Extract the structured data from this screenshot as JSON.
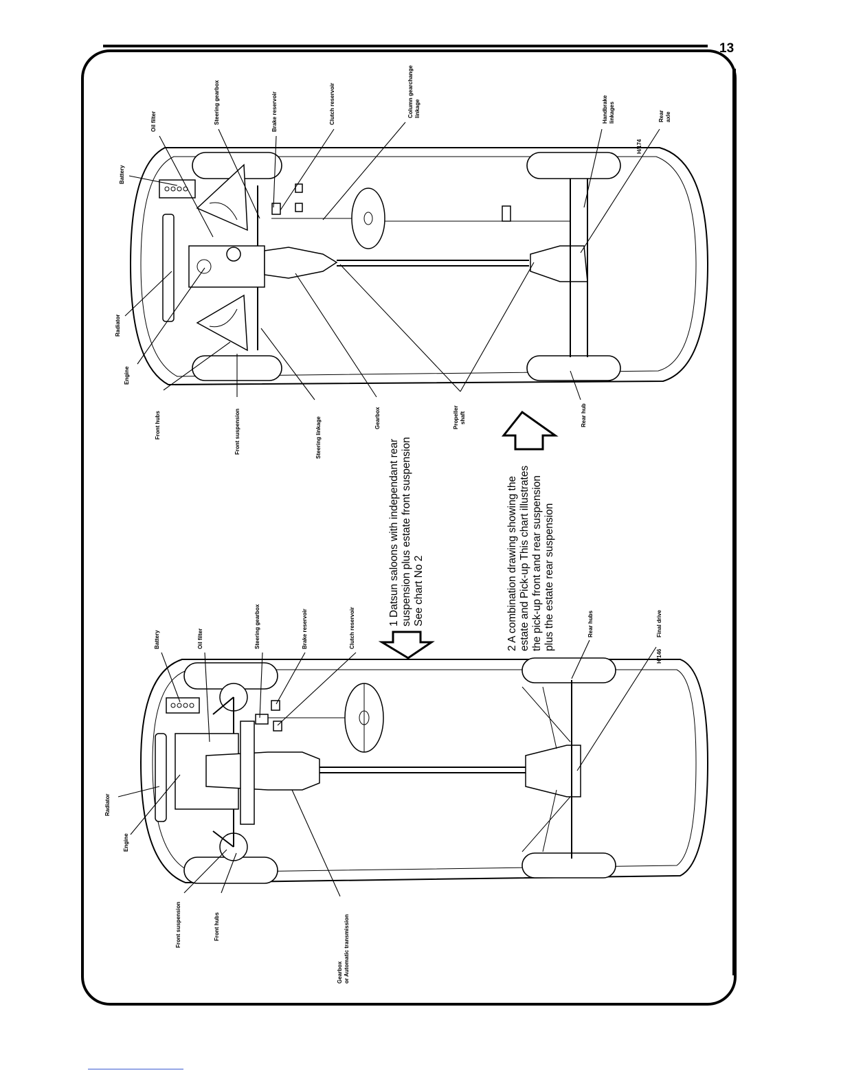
{
  "page": {
    "number": "13"
  },
  "chart1": {
    "caption": [
      "1  Datsun saloons with independant rear",
      "suspension plus estate front suspension",
      "See chart No 2"
    ],
    "ref": "H/146",
    "labels": {
      "battery": "Battery",
      "oil_filter": "Oil filter",
      "steering_gearbox": "Steering gearbox",
      "brake_reservoir": "Brake reservoir",
      "clutch_reservoir": "Clutch reservoir",
      "rear_hubs": "Rear hubs",
      "final_drive": "Final drive",
      "radiator": "Radiator",
      "engine": "Engine",
      "front_suspension": "Front suspension",
      "front_hubs": "Front hubs",
      "gearbox_line1": "Gearbox",
      "gearbox_line2": "or Automatic transmission"
    }
  },
  "chart2": {
    "caption": [
      "2  A combination drawing showing the",
      "estate and Pick-up  This chart illustrates",
      "the  pick-up  front  and  rear  suspension",
      "plus the estate rear suspension"
    ],
    "ref": "H/174",
    "labels": {
      "battery": "Battery",
      "oil_filter": "Oil filter",
      "steering_gearbox": "Steering gearbox",
      "brake_reservoir": "Brake reservoir",
      "clutch_reservoir": "Clutch reservoir",
      "column_gearchange_line1": "Column gearchange",
      "column_gearchange_line2": "linkage",
      "handbrake_line1": "Handbrake",
      "handbrake_line2": "linkages",
      "rear_axle_line1": "Rear",
      "rear_axle_line2": "axle",
      "radiator": "Radiator",
      "engine": "Engine",
      "front_hubs": "Front hubs",
      "front_suspension": "Front suspension",
      "steering_linkage": "Steering linkage",
      "gearbox": "Gearbox",
      "propeller_line1": "Propeller",
      "propeller_line2": "shaft",
      "rear_hub": "Rear hub"
    }
  }
}
